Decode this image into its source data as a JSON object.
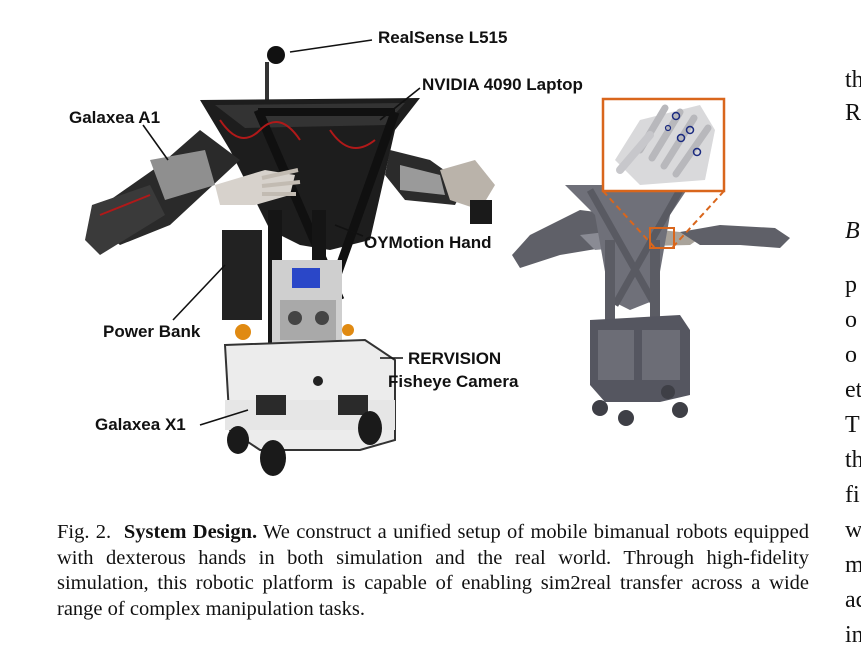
{
  "labels": {
    "realsense": "RealSense  L515",
    "laptop": "NVIDIA 4090 Laptop",
    "arm": "Galaxea A1",
    "hand": "OYMotion Hand",
    "power": "Power Bank",
    "camera_line1": "RERVISION",
    "camera_line2": "Fisheye Camera",
    "base": "Galaxea X1"
  },
  "caption": {
    "fig": "Fig. 2.",
    "title": "System Design.",
    "body": "We construct a unified setup of mobile bimanual robots equipped with dexterous hands in both simulation and the real world. Through high-fidelity simulation, this robotic platform is capable of enabling sim2real transfer across a wide range of complex manipulation tasks."
  },
  "side_column": [
    "th",
    "R",
    "",
    "B",
    "",
    "p",
    "o",
    "o",
    "et",
    "T",
    "th",
    "fi",
    "w",
    "m",
    "ac",
    "in"
  ],
  "colors": {
    "accent": "#d9661c",
    "robot_dark": "#1c1c1c",
    "sim_gray": "#6e6f78"
  }
}
